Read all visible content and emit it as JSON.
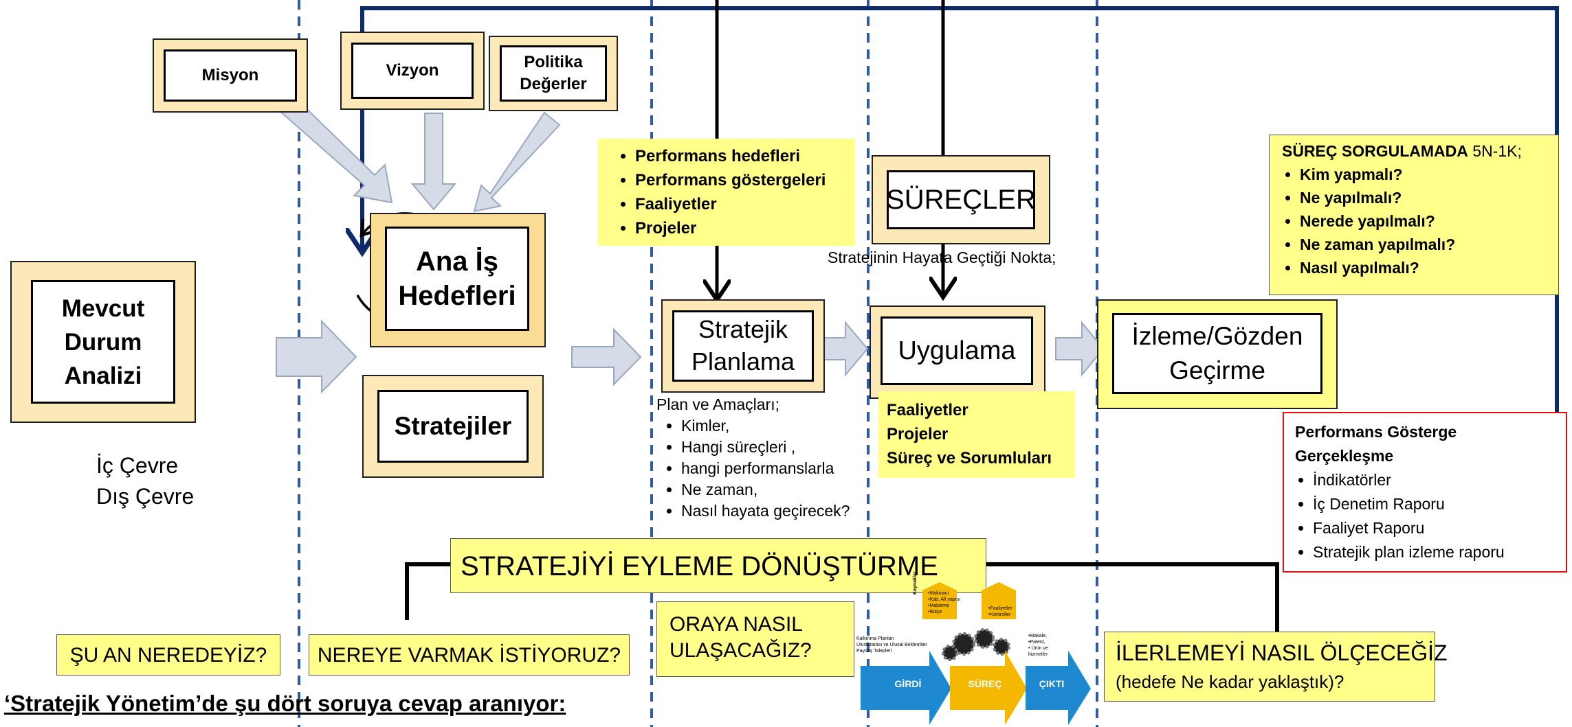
{
  "mission": "Misyon",
  "vision": "Vizyon",
  "policy": "Politika Değerler",
  "main_goals": "Ana İş Hedefleri",
  "strategies": "Stratejiler",
  "current_state": "Mevcut Durum Analizi",
  "environment": [
    "İç Çevre",
    "Dış Çevre"
  ],
  "performance_list": [
    "Performans hedefleri",
    "Performans göstergeleri",
    "Faaliyetler",
    "Projeler"
  ],
  "processes": "SÜREÇLER",
  "strategy_point": "Stratejinin Hayata Geçtiği Nokta;",
  "strategic_planning": "Stratejik Planlama",
  "implementation": "Uygulama",
  "monitoring": "İzleme/Gözden Geçirme",
  "plan_title": "Plan ve Amaçları;",
  "plan_items": [
    "Kimler,",
    "Hangi süreçleri ,",
    "hangi  performanslarla",
    "Ne zaman,",
    "Nasıl hayata geçirecek?"
  ],
  "impl_list": [
    "Faaliyetler",
    "Projeler",
    "Süreç ve Sorumluları"
  ],
  "inquiry": {
    "title_bold": "SÜREÇ SORGULAMADA",
    "title_rest": " 5N-1K;",
    "items": [
      "Kim yapmalı?",
      "Ne yapılmalı?",
      "Nerede yapılmalı?",
      "Ne zaman yapılmalı?",
      "Nasıl yapılmalı?"
    ]
  },
  "indicators": {
    "title_line1": "Performans Gösterge",
    "title_line2": "Gerçekleşme",
    "items": [
      "İndikatörler",
      "İç Denetim Raporu",
      "Faaliyet Raporu",
      "Stratejik plan izleme raporu"
    ]
  },
  "banner": "STRATEJİYİ EYLEME DÖNÜŞTÜRME",
  "q1": "ŞU AN NEREDEYİZ?",
  "q2": "NEREYE VARMAK İSTİYORUZ?",
  "q3_line1": "ORAYA NASIL",
  "q3_line2": "ULAŞACAĞIZ?",
  "q4_line1": "İLERLEMEYİ NASIL ÖLÇECEĞİZ",
  "q4_line2": "(hedefe Ne kadar yaklaştık)?",
  "bottom_title": "‘Stratejik Yönetim’de şu dört soruya cevap aranıyor:",
  "process_graphic": {
    "input_label": "GİRDİ",
    "process_label": "SÜREÇ",
    "output_label": "ÇIKTI",
    "resources_label": "Kaynaklar",
    "resources_items": [
      "•Makinaci",
      "•Kab. Alt yapısı",
      "•Malzeme",
      "•Bütçe"
    ],
    "controls_items": [
      "•Faaliyetler",
      "•Kontroller"
    ],
    "input_note": [
      "Kalkınma Planları",
      "Uluslararası ve Ulusal Beklentiler",
      "Paydaş Talepleri"
    ],
    "output_note": [
      "•Makale,",
      "•Patent,",
      "• Ürün ve",
      "hizmetler"
    ]
  }
}
